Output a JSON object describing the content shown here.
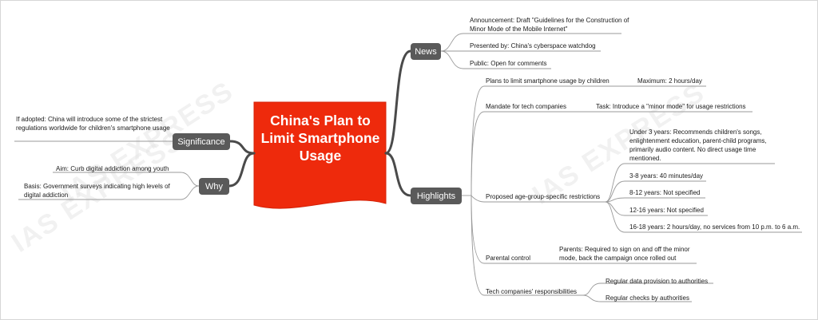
{
  "central_topic": "China's Plan to Limit Smartphone Usage",
  "watermark": "IAS EXPRESS",
  "colors": {
    "central": "#ee2a0c",
    "main_node": "#5a5a5a",
    "connector": "#4a4a4a",
    "leaf_line": "#9a9a9a"
  },
  "news": {
    "label": "News",
    "items": [
      "Announcement: Draft \"Guidelines for the Construction of Minor Mode of the Mobile Internet\"",
      "Presented by: China's cyberspace watchdog",
      "Public: Open for comments"
    ]
  },
  "highlights": {
    "label": "Highlights",
    "plans": {
      "label": "Plans to limit smartphone usage by children",
      "detail": "Maximum: 2 hours/day"
    },
    "mandate": {
      "label": "Mandate for tech companies",
      "detail": "Task: Introduce a \"minor mode\" for usage restrictions"
    },
    "age_groups": {
      "label": "Proposed age-group-specific restrictions",
      "items": [
        "Under 3 years: Recommends children's songs, enlightenment education, parent-child programs, primarily audio content. No direct usage time mentioned.",
        "3-8 years: 40 minutes/day",
        "8-12 years: Not specified",
        "12-16 years: Not specified",
        "16-18 years: 2 hours/day, no services from 10 p.m. to 6 a.m."
      ]
    },
    "parental": {
      "label": "Parental control",
      "detail": "Parents: Required to sign on and off the minor mode, back the campaign once rolled out"
    },
    "responsibilities": {
      "label": "Tech companies' responsibilities",
      "items": [
        "Regular data provision to authorities",
        "Regular checks by authorities"
      ]
    }
  },
  "significance": {
    "label": "Significance",
    "detail": "If adopted: China will introduce some of the strictest regulations worldwide for children's smartphone usage"
  },
  "why": {
    "label": "Why",
    "items": [
      "Aim: Curb digital addiction among youth",
      "Basis: Government surveys indicating high levels of digital addiction"
    ]
  }
}
